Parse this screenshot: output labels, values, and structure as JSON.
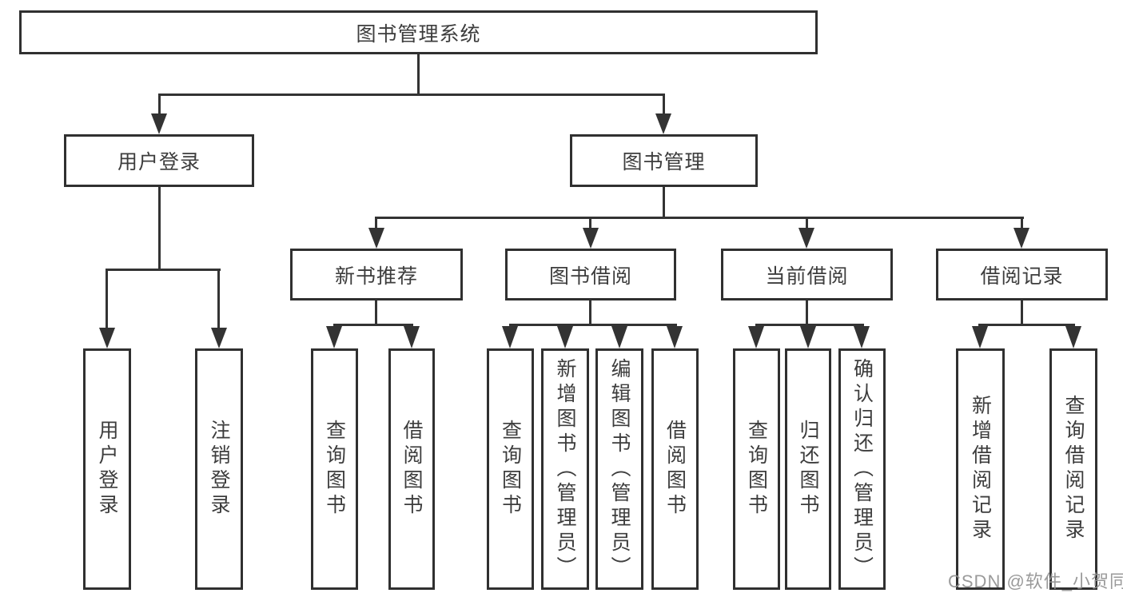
{
  "nodes": {
    "root": "图书管理系统",
    "level2": [
      "用户登录",
      "图书管理"
    ],
    "level3": [
      "新书推荐",
      "图书借阅",
      "当前借阅",
      "借阅记录"
    ]
  },
  "leaves": {
    "user_login": [
      "用户登录",
      "注销登录"
    ],
    "new_book_rec": [
      "查询图书",
      "借阅图书"
    ],
    "book_borrow": [
      "查询图书",
      "新增图书（管理员）",
      "编辑图书（管理员）",
      "借阅图书"
    ],
    "current_borrow": [
      "查询图书",
      "归还图书",
      "确认归还（管理员）"
    ],
    "borrow_records": [
      "新增借阅记录",
      "查询借阅记录"
    ]
  },
  "watermark": "CSDN @软件_小贺同学",
  "colors": {
    "line": "#333333",
    "border": "#303030",
    "text": "#3d3d3d",
    "watermark": "#919191",
    "background": "#ffffff"
  }
}
